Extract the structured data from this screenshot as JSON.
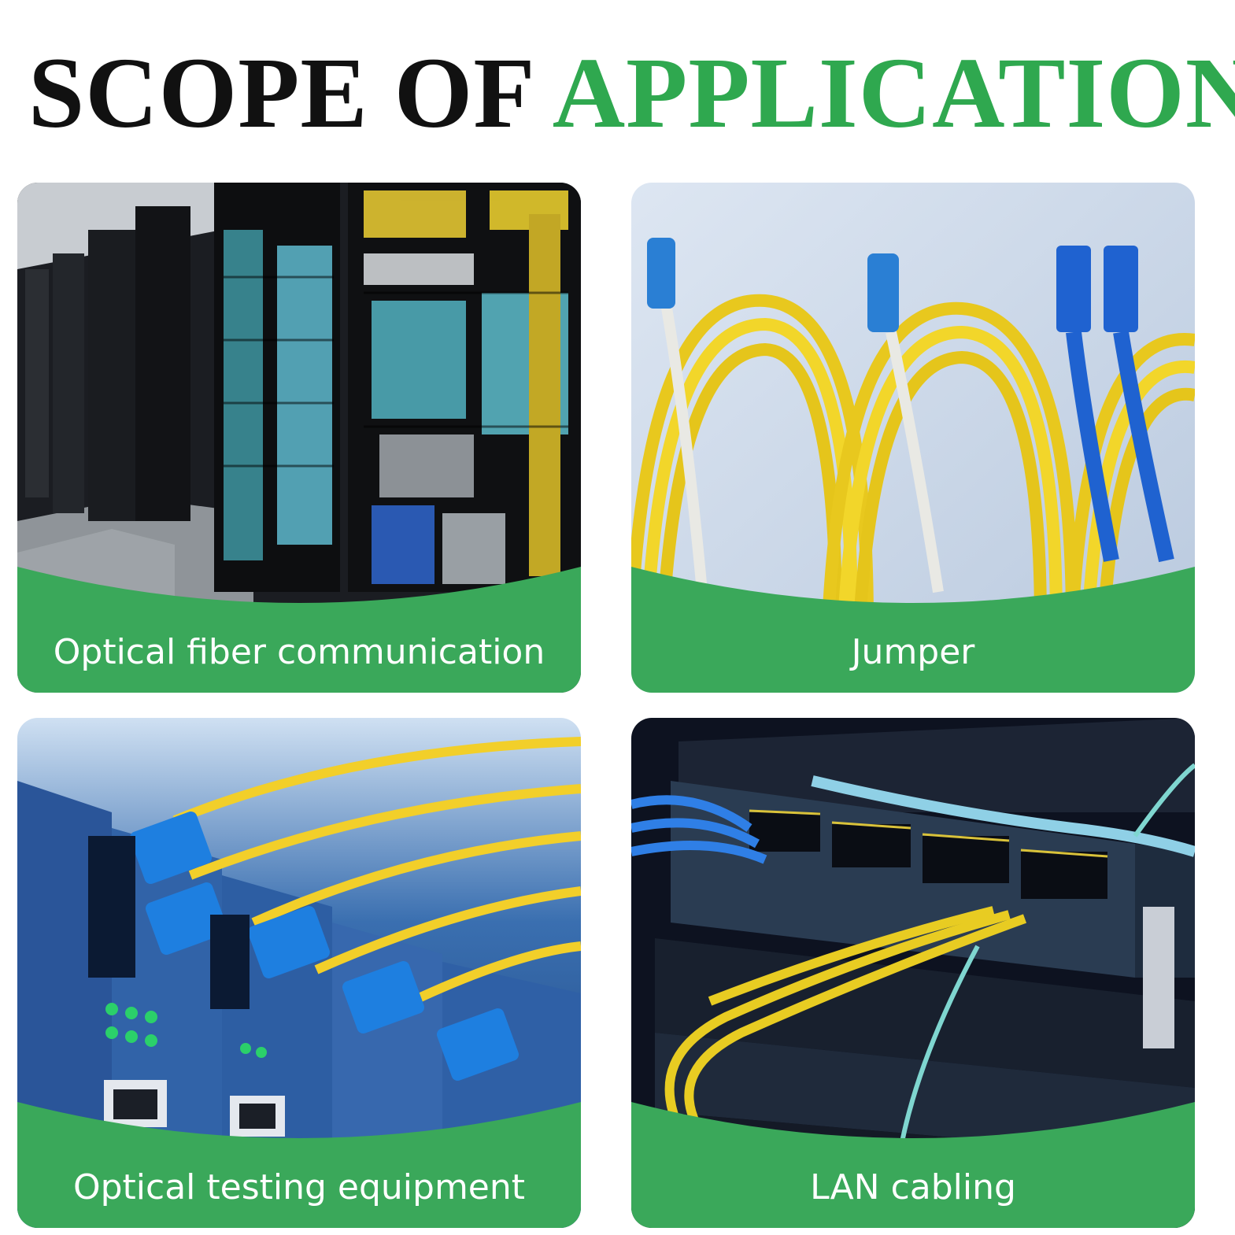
{
  "title": {
    "part1": "SCOPE OF",
    "part2": "APPLICATION"
  },
  "colors": {
    "accent_green": "#2fa84f",
    "band_green": "#3aa85a",
    "title_black": "#111111"
  },
  "cards": [
    {
      "caption": "Optical fiber communication",
      "photo": "server-room-racks"
    },
    {
      "caption": "Jumper",
      "photo": "yellow-fiber-jumper-coils"
    },
    {
      "caption": "Optical testing equipment",
      "photo": "blue-fiber-connectors-media-converters"
    },
    {
      "caption": "LAN cabling",
      "photo": "network-switch-patch-cables"
    }
  ]
}
